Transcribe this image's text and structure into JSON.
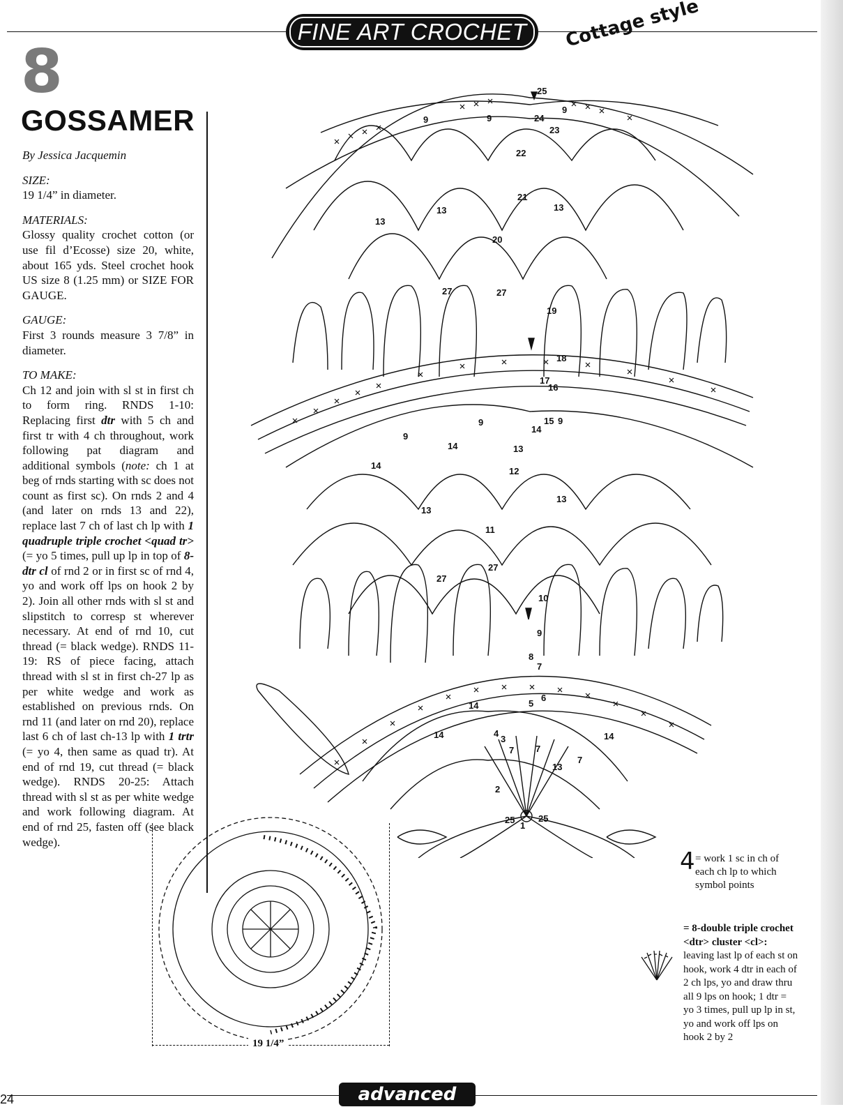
{
  "header": {
    "banner": "FINE ART CROCHET",
    "tagline": "Cottage style"
  },
  "pattern": {
    "number": "8",
    "title": "GOSSAMER",
    "author": "By Jessica Jacquemin",
    "size_heading": "SIZE:",
    "size_text": "19 1/4” in diameter.",
    "materials_heading": "MATERIALS:",
    "materials_text": "Glossy quality crochet cotton (or use fil d’Ecosse) size 20, white, about 165 yds. Steel crochet hook US size 8 (1.25 mm) or SIZE FOR GAUGE.",
    "gauge_heading": "GAUGE:",
    "gauge_text": "First 3 rounds measure 3 7/8” in diameter.",
    "make_heading": "TO MAKE:",
    "make_1": "Ch 12 and join with sl st in first ch to form ring. RNDS 1-10: Replacing first ",
    "make_dtr": "dtr",
    "make_2": " with 5 ch and first tr with 4 ch throughout, work following pat diagram and additional symbols (",
    "make_note": "note:",
    "make_3": " ch 1 at beg of rnds starting with sc does not count as first sc). On rnds 2 and 4 (and later on rnds 13 and 22), replace last 7 ch of last ch lp with ",
    "make_quad": "1 quadruple triple crochet <quad tr>",
    "make_4": " (= yo 5 times, pull up lp in top of ",
    "make_cl": "8-dtr cl",
    "make_5": " of rnd 2 or in first sc of rnd 4, yo and work off lps on hook 2 by 2). Join all other rnds with sl st and slipstitch to corresp st wherever necessary. At end of rnd 10, cut thread (= black wedge). RNDS 11-19: RS of piece facing, attach thread with sl st in first ch-27 lp as per white wedge and work as established on previous rnds. On rnd 11 (and later on rnd 20), replace last 6 ch of last ch-13 lp with ",
    "make_trtr": "1 trtr",
    "make_6": " (= yo 4, then same as quad tr). At end of rnd 19, cut thread (= black wedge). RNDS 20-25: Attach thread with sl st as per white wedge and work following diagram. At end of rnd 25, fasten off (see black wedge)."
  },
  "legend": {
    "four_symbol": "4",
    "four_text": "= work 1 sc in ch of each ch lp to which symbol points",
    "cluster_title": "= 8-double triple crochet <dtr> cluster <cl>:",
    "cluster_text": " leaving last lp of each st on hook, work 4 dtr in each of 2 ch lps, yo and draw thru all 9 lps on hook; 1 dtr = yo 3 times, pull up lp in st, yo and work off lps on hook 2 by 2"
  },
  "diagram_labels": {
    "r25": "25",
    "r24": "24",
    "r23": "23",
    "r22": "22",
    "r21": "21",
    "r20": "20",
    "r19": "19",
    "r18": "18",
    "r17": "17",
    "r16": "16",
    "r15": "15",
    "r14": "14",
    "r13": "13",
    "r12": "12",
    "r11": "11",
    "r10": "10",
    "r9": "9",
    "r8": "8",
    "r7": "7",
    "r6": "6",
    "r5": "5",
    "r4": "4",
    "r3": "3",
    "r2": "2",
    "r1": "1",
    "ch9": "9",
    "ch13": "13",
    "ch14": "14",
    "ch27": "27",
    "ch25": "25",
    "ch7": "7",
    "ch12": "12"
  },
  "dimension": "19 1/4”",
  "footer": {
    "level": "advanced",
    "page": "24"
  }
}
